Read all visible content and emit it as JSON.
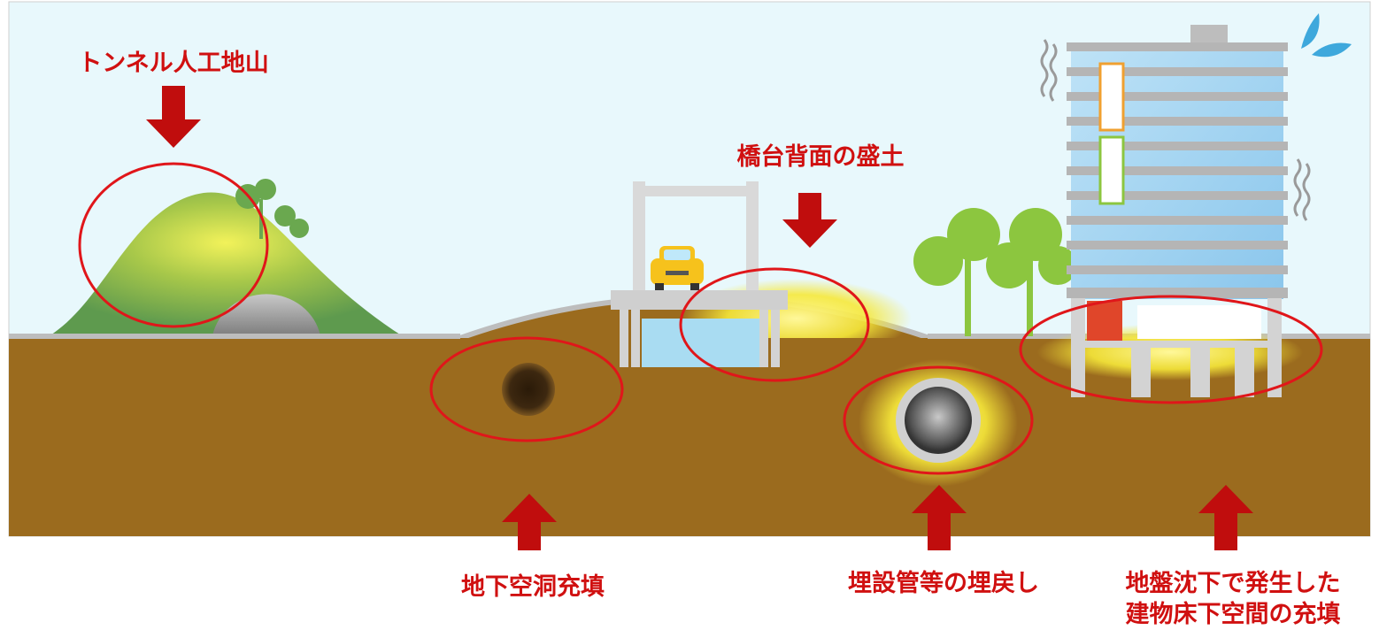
{
  "labels": {
    "tunnel": "トンネル人工地山",
    "abutment": "橋台背面の盛土",
    "cavity": "地下空洞充填",
    "pipe": "埋設管等の埋戻し",
    "subsidence_line1": "地盤沈下で発生した",
    "subsidence_line2": "建物床下空間の充填"
  },
  "colors": {
    "accent_red": "#d01010",
    "sky": "#e8f8fc",
    "soil": "#9b6b1e",
    "hill": "#6aa84f",
    "glow": "#fff34a"
  }
}
